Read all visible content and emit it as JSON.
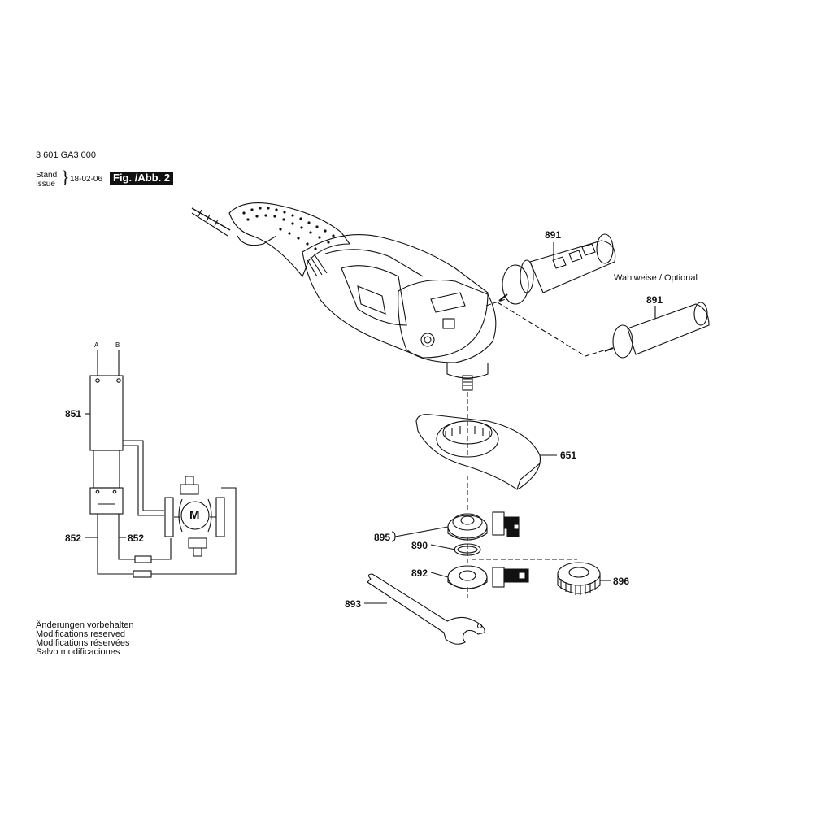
{
  "header": {
    "doc_number": "3 601 GA3 000",
    "stand_label": "Stand",
    "issue_label": "Issue",
    "date": "18-02-06",
    "figure": "Fig. /Abb. 2"
  },
  "notes": [
    "Änderungen vorbehalten",
    "Modifications reserved",
    "Modifications réservées",
    "Salvo modificaciones"
  ],
  "optional_label": "Wahlweise / Optional",
  "wiring": {
    "terminal_a": "A",
    "terminal_b": "B",
    "motor": "M"
  },
  "parts": {
    "p851": "851",
    "p852a": "852",
    "p852b": "852",
    "p891a": "891",
    "p891b": "891",
    "p651": "651",
    "p895": "895",
    "p890": "890",
    "p892": "892",
    "p896": "896",
    "p893": "893"
  },
  "colors": {
    "line": "#111111",
    "badge_bg": "#111111",
    "badge_text": "#ffffff",
    "separator": "#e2e2e2"
  }
}
